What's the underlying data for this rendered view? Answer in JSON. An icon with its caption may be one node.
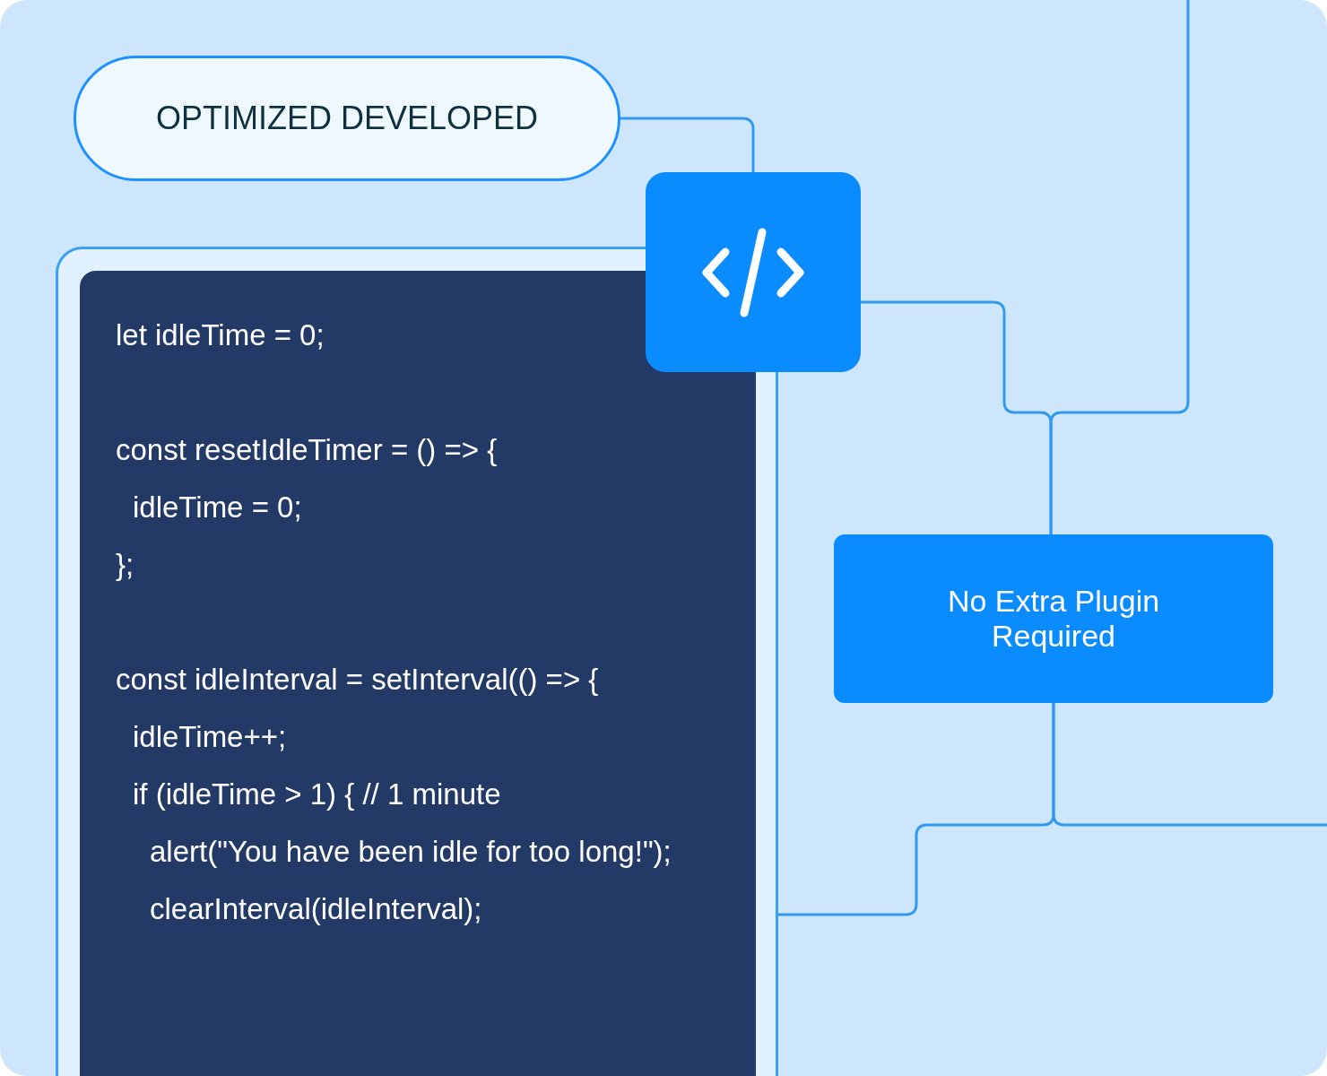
{
  "diagram": {
    "nodes": [
      {
        "text": [
          "OPTIMIZED DEVELOPED"
        ]
      },
      {
        "text": [],
        "shape": "box"
      },
      {
        "text": [
          "let idleTime = 0;",
          "const resetIdleTimer = () => {",
          "idleTime = 0;",
          "};",
          "const idleInterval = setInterval(() => {",
          "idleTime++;",
          "if (idleTime > 1) { // 1 minute",
          "alert(\"You have been idle for too long!\");",
          "clearInterval(idleInterval);"
        ],
        "in": 1
      },
      {
        "text": [],
        "shape": "box"
      },
      {
        "text": [
          "No Extra Plugin Required"
        ]
      }
    ],
    "edges": [
      {
        "from": 0,
        "to": 3,
        "arrow": "none"
      },
      {
        "from": 3,
        "to": 4,
        "arrow": "none"
      },
      {
        "from": null,
        "to": 4,
        "arrow": "none"
      },
      {
        "from": 4,
        "to": 1,
        "arrow": "none"
      },
      {
        "from": 4,
        "to": null,
        "arrow": "none"
      }
    ]
  }
}
